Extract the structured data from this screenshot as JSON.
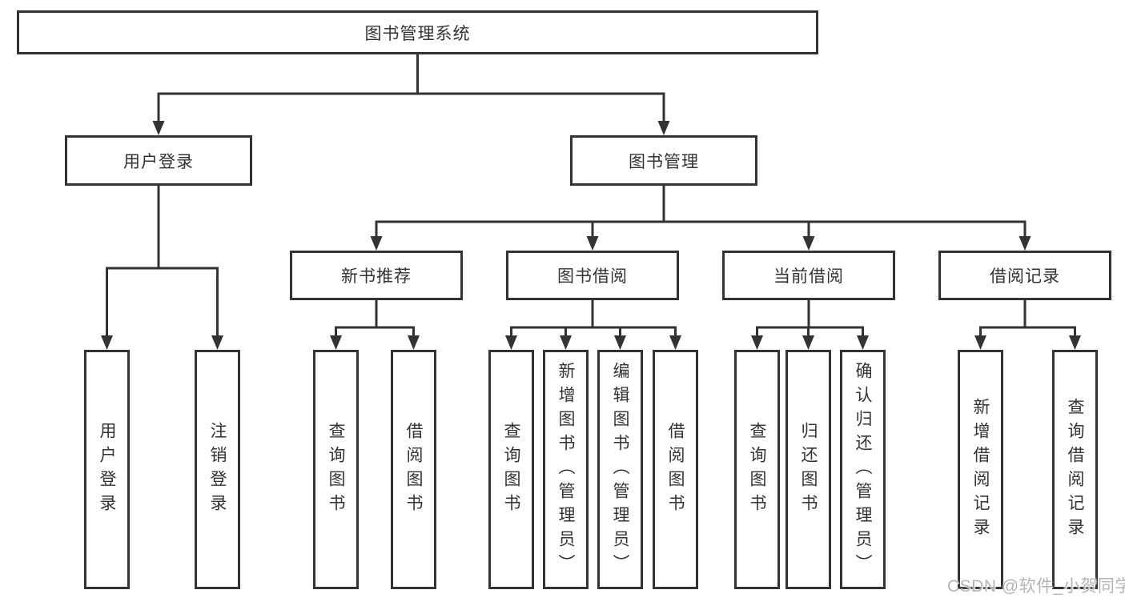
{
  "diagram_type": "hierarchy-tree",
  "tree": {
    "root": {
      "label": "图书管理系统",
      "children": [
        {
          "label": "用户登录",
          "children": [
            {
              "label": "用户登录"
            },
            {
              "label": "注销登录"
            }
          ]
        },
        {
          "label": "图书管理",
          "children": [
            {
              "label": "新书推荐",
              "children": [
                {
                  "label": "查询图书"
                },
                {
                  "label": "借阅图书"
                }
              ]
            },
            {
              "label": "图书借阅",
              "children": [
                {
                  "label": "查询图书"
                },
                {
                  "label": "新增图书（管理员）"
                },
                {
                  "label": "编辑图书（管理员）"
                },
                {
                  "label": "借阅图书"
                }
              ]
            },
            {
              "label": "当前借阅",
              "children": [
                {
                  "label": "查询图书"
                },
                {
                  "label": "归还图书"
                },
                {
                  "label": "确认归还（管理员）"
                }
              ]
            },
            {
              "label": "借阅记录",
              "children": [
                {
                  "label": "新增借阅记录"
                },
                {
                  "label": "查询借阅记录"
                }
              ]
            }
          ]
        }
      ]
    }
  },
  "watermark": {
    "text": "CSDN @软件_小贺同学"
  },
  "colors": {
    "line": "#333333",
    "box_border": "#333333",
    "box_fill": "#ffffff",
    "text": "#333333",
    "watermark": "#b5b5b5"
  }
}
